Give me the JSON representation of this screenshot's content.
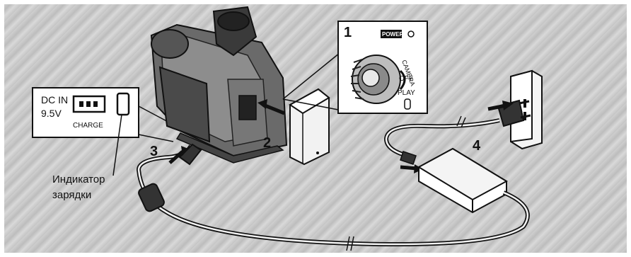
{
  "steps": {
    "s1": "1",
    "s2": "2",
    "s3": "3",
    "s4": "4"
  },
  "dc_panel": {
    "dc_in": "DC IN",
    "voltage": "9.5V",
    "charge": "CHARGE"
  },
  "power_dial": {
    "power": "POWER",
    "camera": "CAMERA",
    "off": "OFF",
    "play": "PLAY"
  },
  "indicator_label": {
    "line1": "Индикатор",
    "line2": "зарядки"
  }
}
